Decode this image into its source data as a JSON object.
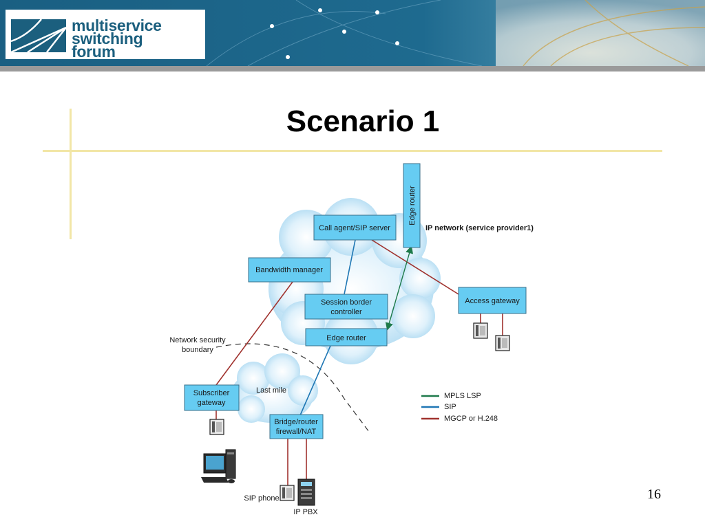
{
  "header": {
    "logo_lines": [
      "multiservice",
      "switching",
      "forum"
    ],
    "colors": {
      "band": "#1e6a8f",
      "logo_text": "#1b5f7e",
      "bottom_rule": "#9a9a9a"
    }
  },
  "slide": {
    "title": "Scenario 1",
    "number": "16",
    "rule_color": "#f2e6a6"
  },
  "diagram": {
    "network_label": "IP network (service provider1)",
    "nodes": {
      "call_agent": "Call agent/SIP server",
      "edge_router_top": "Edge router",
      "bandwidth_manager": "Bandwidth manager",
      "session_border_controller": [
        "Session border",
        "controller"
      ],
      "edge_router": "Edge router",
      "access_gateway": "Access gateway",
      "subscriber_gateway": [
        "Subscriber",
        "gateway"
      ],
      "bridge_router": [
        "Bridge/router",
        "firewall/NAT"
      ]
    },
    "labels": {
      "security_boundary": [
        "Network  security",
        "boundary"
      ],
      "last_mile": "Last mile",
      "sip_phone": "SIP phone",
      "ip_pbx": "IP PBX"
    },
    "legend": [
      {
        "label": "MPLS LSP",
        "color": "#1e7a4a"
      },
      {
        "label": "SIP",
        "color": "#1f77b4"
      },
      {
        "label": "MGCP or H.248",
        "color": "#a0322e"
      }
    ],
    "colors": {
      "box_fill": "#66ccf2",
      "box_stroke": "#3a6f8a",
      "cloud": "#bfe4f7"
    }
  }
}
